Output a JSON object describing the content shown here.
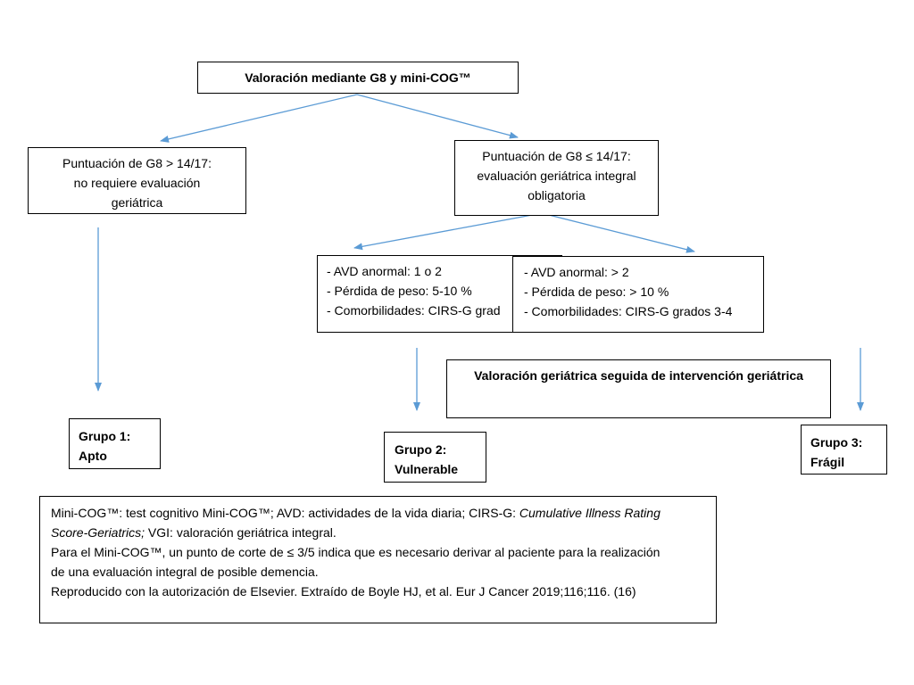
{
  "top": {
    "title": "Valoración mediante G8 y mini-COG™"
  },
  "left_branch": {
    "lines": [
      "Puntuación de G8 > 14/17:",
      "no requiere evaluación",
      "geriátrica"
    ]
  },
  "right_branch": {
    "lines": [
      "Puntuación de G8 ≤ 14/17:",
      "evaluación geriátrica integral",
      "obligatoria"
    ]
  },
  "vulnerable_criteria": {
    "lines": [
      "- AVD anormal: 1 o 2",
      "- Pérdida de peso: 5-10 %",
      "- Comorbilidades: CIRS-G grad"
    ]
  },
  "frail_criteria": {
    "lines": [
      "- AVD anormal: > 2",
      "- Pérdida de peso: > 10 %",
      "- Comorbilidades: CIRS-G grados 3-4"
    ]
  },
  "intervention": {
    "label": "Valoración geriátrica seguida de intervención geriátrica"
  },
  "groups": [
    {
      "title": "Grupo 1:",
      "label": "Apto"
    },
    {
      "title": "Grupo 2:",
      "label": "Vulnerable"
    },
    {
      "title": "Grupo 3:",
      "label": "Frágil"
    }
  ],
  "note": {
    "line1_a": "Mini-COG™: test cognitivo Mini-COG™; AVD: actividades de la vida diaria; CIRS-G: ",
    "line1_em": "Cumulative Illness Rating",
    "line2_em": "Score-Geriatrics;",
    "line2_b": " VGI: valoración geriátrica integral.",
    "line3": "Para el Mini-COG™, un punto de corte de ≤ 3/5 indica que es necesario derivar al paciente para la realización",
    "line4": "de una evaluación integral de posible demencia.",
    "line5": "Reproducido con la autorización de Elsevier. Extraído de Boyle HJ, et al. Eur J Cancer 2019;116;116. (16)"
  },
  "colors": {
    "arrow": "#5b9bd5",
    "border": "#000000"
  }
}
